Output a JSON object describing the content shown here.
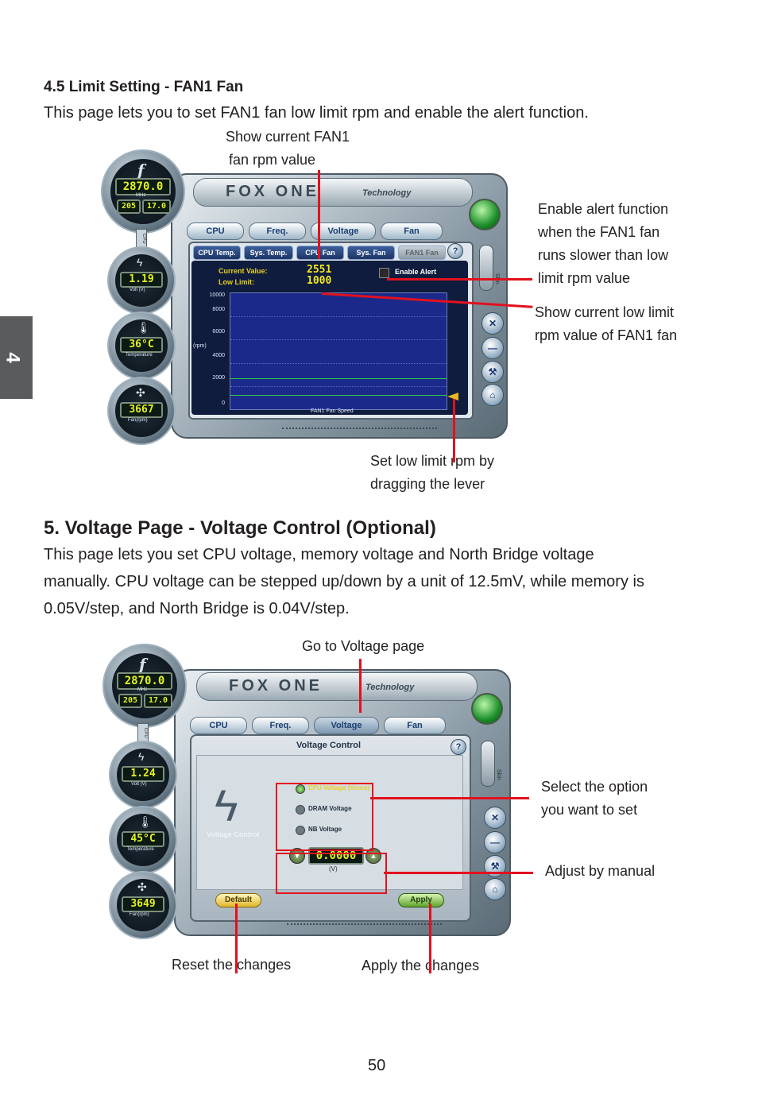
{
  "chapter_tab": "4",
  "section1": {
    "heading": "4.5 Limit Setting - FAN1 Fan",
    "intro": "This page lets you to set FAN1 fan low limit rpm and enable the alert function.",
    "callouts": {
      "current_fan_line1": "Show current FAN1",
      "current_fan_line2": "fan rpm value",
      "alert_line1": "Enable alert function",
      "alert_line2": "when the FAN1 fan",
      "alert_line3": "runs slower than low",
      "alert_line4": "limit rpm value",
      "low_limit_line1": "Show current low limit",
      "low_limit_line2": "rpm value of FAN1 fan",
      "lever_line1": "Set low limit rpm by",
      "lever_line2": "dragging the lever"
    },
    "screenshot": {
      "logo": "FOX ONE",
      "logo_sub": "Technology",
      "freq_readout": "2870.0",
      "freq_unit": "MHz",
      "fsb_readout": "205",
      "multi_readout": "17.0",
      "volt_readout": "1.19",
      "volt_label": "Volt (V)",
      "temp_readout": "36°C",
      "temp_label": "Temperature",
      "fan_readout": "3667",
      "fan_label": "Fan(rpm)",
      "cpu_badge": "CPU",
      "tabs": [
        "CPU",
        "Freq.",
        "Voltage",
        "Fan"
      ],
      "subtabs": [
        "CPU Temp.",
        "Sys. Temp.",
        "CPU Fan",
        "Sys. Fan",
        "FAN1 Fan"
      ],
      "current_value_label": "Current Value:",
      "current_value": "2551",
      "low_limit_label": "Low Limit:",
      "low_limit_value": "1000",
      "enable_alert_label": "Enable Alert",
      "help_icon": "?",
      "y_ticks": [
        "10000",
        "8000",
        "6000",
        "4000",
        "2000",
        "0"
      ],
      "y_unit": "(rpm)",
      "x_label": "FAN1 Fan Speed",
      "skin_label": "Skin"
    }
  },
  "section2": {
    "heading": "5. Voltage Page - Voltage Control (Optional)",
    "intro_line1": "This page lets you set CPU voltage, memory voltage and North Bridge voltage",
    "intro_line2": "manually. CPU voltage can be stepped up/down by a unit of 12.5mV, while memory is",
    "intro_line3": "0.05V/step, and North Bridge is 0.04V/step.",
    "callouts": {
      "goto_voltage": "Go to Voltage page",
      "select_line1": "Select the option",
      "select_line2": "you want to set",
      "adjust": "Adjust by manual",
      "reset": "Reset the changes",
      "apply": "Apply the changes"
    },
    "screenshot": {
      "logo": "FOX ONE",
      "logo_sub": "Technology",
      "freq_readout": "2870.0",
      "freq_unit": "MHz",
      "fsb_readout": "205",
      "multi_readout": "17.0",
      "volt_readout": "1.24",
      "volt_label": "Volt (V)",
      "temp_readout": "45°C",
      "temp_label": "Temperature",
      "fan_readout": "3649",
      "fan_label": "Fan(rpm)",
      "cpu_badge": "CPU",
      "tabs": [
        "CPU",
        "Freq.",
        "Voltage",
        "Fan"
      ],
      "panel_title": "Voltage Control",
      "panel_side_label": "Voltage Control",
      "options": [
        "CPU Voltage (Vcore)",
        "DRAM Voltage",
        "NB Voltage"
      ],
      "selected_option": 0,
      "value": "0.0000",
      "unit": "(V)",
      "default_button": "Default",
      "apply_button": "Apply",
      "help_icon": "?",
      "skin_label": "Skin"
    }
  },
  "page_number": "50",
  "colors": {
    "callout_red": "#e2111e",
    "lcd_text": "#e3f21e",
    "graph_bg": "#1b2a8a",
    "limit_line": "#2ecc40"
  }
}
